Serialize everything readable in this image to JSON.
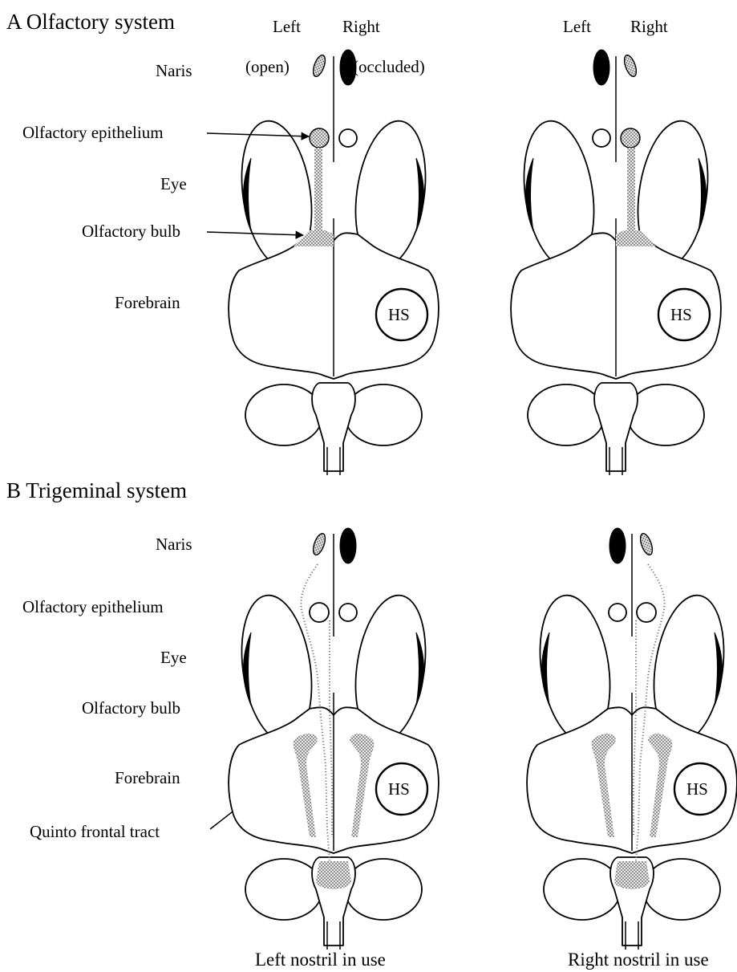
{
  "panel_a": {
    "title": "A  Olfactory system",
    "row_labels": {
      "naris": "Naris",
      "epithelium": "Olfactory epithelium",
      "eye": "Eye",
      "bulb": "Olfactory bulb",
      "forebrain": "Forebrain"
    },
    "left_diagram": {
      "side_left": "Left",
      "side_right": "Right",
      "naris_left_state": "(open)",
      "naris_right_state": "(occluded)"
    },
    "right_diagram": {
      "side_left": "Left",
      "side_right": "Right"
    }
  },
  "panel_b": {
    "title": "B  Trigeminal system",
    "row_labels": {
      "naris": "Naris",
      "epithelium": "Olfactory epithelium",
      "eye": "Eye",
      "bulb": "Olfactory bulb",
      "forebrain": "Forebrain",
      "tract": "Quinto frontal tract"
    }
  },
  "hs_label": "HS",
  "captions": {
    "left": "Left nostril in use",
    "right": "Right nostril in use"
  }
}
